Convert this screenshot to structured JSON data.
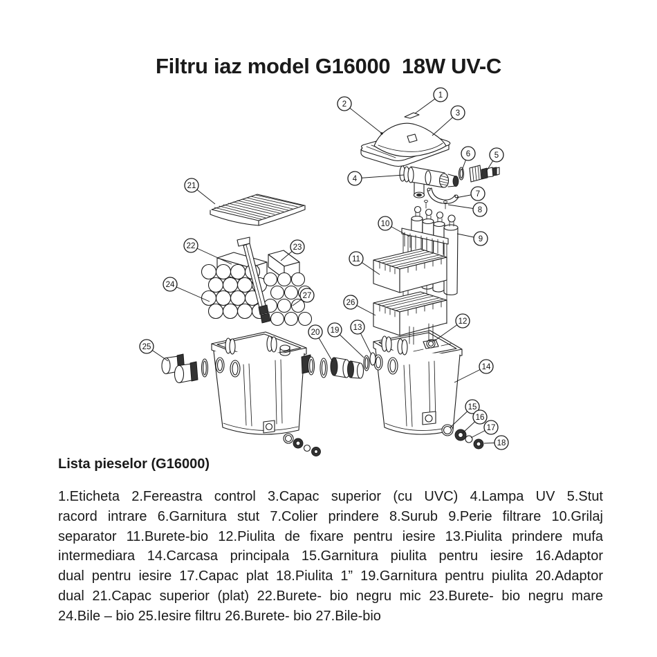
{
  "title": "Filtru iaz model G16000  18W UV-C",
  "parts_list": {
    "heading": "Lista pieselor (G16000)",
    "lines": [
      "1.Eticheta  2.Fereastra control  3.Capac superior (cu UVC)   4.Lampa UV   5.Stut",
      "racord intrare  6.Garnitura stut  7.Colier prindere  8.Surub  9.Perie filtrare  10.Grilaj",
      "separator  11.Burete-bio  12.Piulita de fixare pentru iesire  13.Piulita prindere mufa",
      "intermediara   14.Carcasa principala  15.Garnitura piulita pentru iesire  16.Adaptor",
      "dual pentru iesire  17.Capac plat  18.Piulita 1”  19.Garnitura pentru piulita  20.Adaptor",
      "dual  21.Capac superior (plat)  22.Burete- bio negru mic  23.Burete- bio negru mare",
      "24.Bile – bio  25.Iesire filtru  26.Burete- bio  27.Bile-bio"
    ],
    "items": [
      {
        "num": "1",
        "name": "Eticheta"
      },
      {
        "num": "2",
        "name": "Fereastra control"
      },
      {
        "num": "3",
        "name": "Capac superior (cu UVC)"
      },
      {
        "num": "4",
        "name": "Lampa UV"
      },
      {
        "num": "5",
        "name": "Stut racord intrare"
      },
      {
        "num": "6",
        "name": "Garnitura stut"
      },
      {
        "num": "7",
        "name": "Colier prindere"
      },
      {
        "num": "8",
        "name": "Surub"
      },
      {
        "num": "9",
        "name": "Perie filtrare"
      },
      {
        "num": "10",
        "name": "Grilaj separator"
      },
      {
        "num": "11",
        "name": "Burete-bio"
      },
      {
        "num": "12",
        "name": "Piulita de fixare pentru iesire"
      },
      {
        "num": "13",
        "name": "Piulita prindere mufa intermediara"
      },
      {
        "num": "14",
        "name": "Carcasa principala"
      },
      {
        "num": "15",
        "name": "Garnitura piulita pentru iesire"
      },
      {
        "num": "16",
        "name": "Adaptor dual pentru iesire"
      },
      {
        "num": "17",
        "name": "Capac plat"
      },
      {
        "num": "18",
        "name": "Piulita 1”"
      },
      {
        "num": "19",
        "name": "Garnitura pentru piulita"
      },
      {
        "num": "20",
        "name": "Adaptor dual"
      },
      {
        "num": "21",
        "name": "Capac superior (plat)"
      },
      {
        "num": "22",
        "name": "Burete- bio negru mic"
      },
      {
        "num": "23",
        "name": "Burete- bio negru mare"
      },
      {
        "num": "24",
        "name": "Bile – bio"
      },
      {
        "num": "25",
        "name": "Iesire filtru"
      },
      {
        "num": "26",
        "name": "Burete- bio"
      },
      {
        "num": "27",
        "name": "Bile-bio"
      }
    ]
  },
  "diagram": {
    "line_color": "#1a1a1a",
    "callouts": [
      "1",
      "2",
      "3",
      "4",
      "5",
      "6",
      "7",
      "8",
      "9",
      "10",
      "11",
      "12",
      "13",
      "14",
      "15",
      "16",
      "17",
      "18",
      "19",
      "20",
      "21",
      "22",
      "23",
      "24",
      "25",
      "26",
      "27"
    ]
  }
}
